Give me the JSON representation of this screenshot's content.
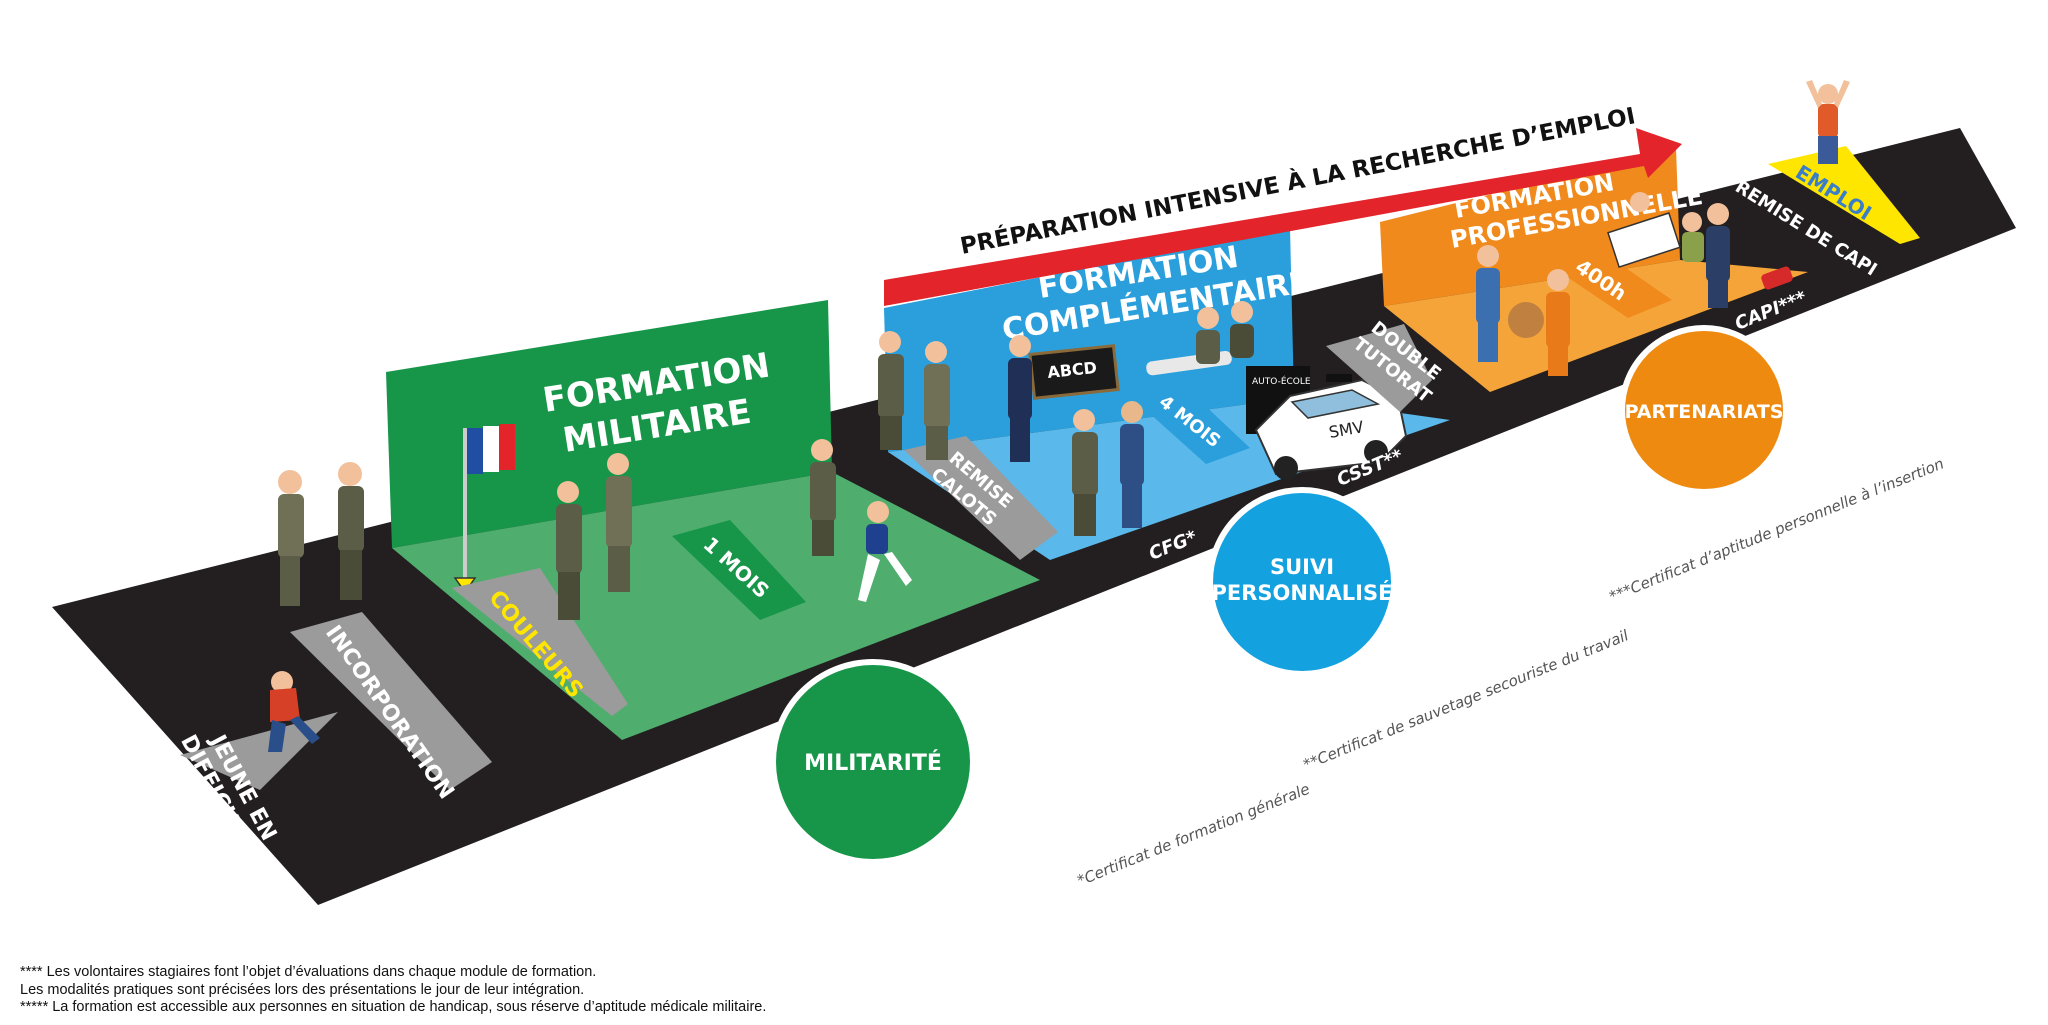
{
  "banner": "PRÉPARATION INTENSIVE À LA RECHERCHE D’EMPLOI",
  "steps": {
    "jeune_line1": "JEUNE EN",
    "jeune_line2": "DIFFICULTÉ",
    "incorporation": "INCORPORATION",
    "couleurs": "COULEURS",
    "remise_calots_line1": "REMISE",
    "remise_calots_line2": "CALOTS",
    "double_tutorat_line1": "DOUBLE",
    "double_tutorat_line2": "TUTORAT",
    "remise_capi": "REMISE DE CAPI",
    "emploi": "EMPLOI"
  },
  "modules": {
    "militaire": {
      "line1": "FORMATION",
      "line2": "MILITAIRE",
      "duration": "1 MOIS"
    },
    "complementaire": {
      "line1": "FORMATION",
      "line2": "COMPLÉMENTAIRE",
      "duration": "4 MOIS"
    },
    "professionnelle": {
      "line1": "FORMATION",
      "line2": "PROFESSIONNELLE",
      "duration": "400h"
    }
  },
  "certificates": {
    "cfg": "CFG*",
    "csst": "CSST**",
    "capi": "CAPI***"
  },
  "scene_labels": {
    "abcd": "ABCD",
    "auto_ecole": "AUTO-ÉCOLE",
    "smv": "SMV"
  },
  "circles": {
    "militarite": "MILITARITÉ",
    "suivi_line1": "SUIVI",
    "suivi_line2": "PERSONNALISÉ",
    "partenariats": "PARTENARIATS"
  },
  "notes": {
    "cfg": "*Certificat de formation générale",
    "csst": "**Certificat de sauvetage secouriste du travail",
    "capi": "***Certificat d’aptitude personnelle à l’insertion"
  },
  "footer": {
    "line1": "**** Les volontaires stagiaires font l’objet d’évaluations dans chaque module de formation.",
    "line2": "Les modalités pratiques sont précisées lors des présentations le jour de leur intégration.",
    "line3": "***** La formation est accessible aux personnes en situation de handicap, sous réserve d’aptitude médicale militaire."
  },
  "colors": {
    "road": "#231f20",
    "military_green": "#17964a",
    "military_floor": "#4fae6e",
    "blue": "#2a9fdc",
    "blue_floor": "#5ab8ea",
    "orange": "#f08a1c",
    "orange_floor": "#f5a43a",
    "red_arrow": "#e3242b",
    "grey_plate": "#9b9b9b",
    "yellow": "#ffe600"
  }
}
